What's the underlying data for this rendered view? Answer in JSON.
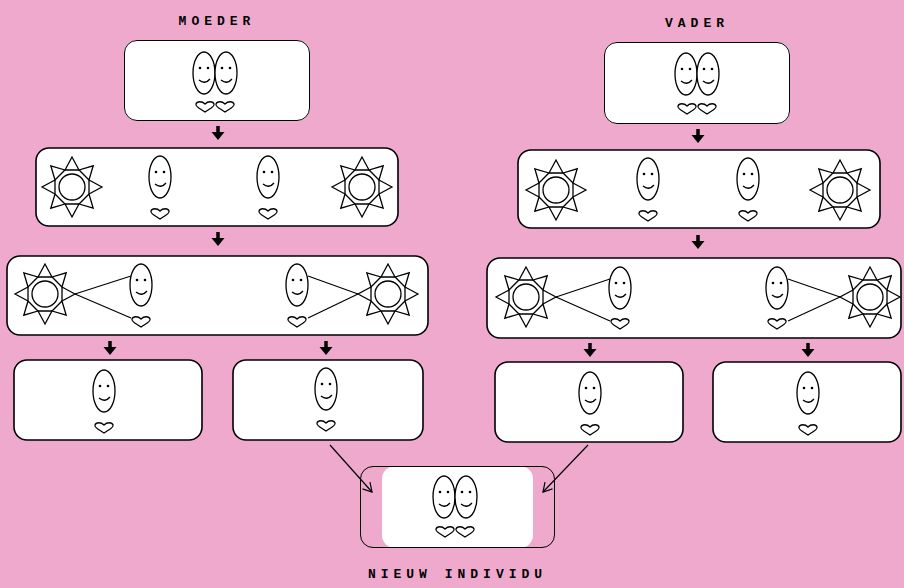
{
  "diagram": {
    "nodes": [
      {
        "text": [
          "MOEDER"
        ]
      },
      {
        "text": [
          "VADER"
        ]
      },
      {
        "text": [
          "NIEUW INDIVIDU"
        ]
      }
    ]
  }
}
